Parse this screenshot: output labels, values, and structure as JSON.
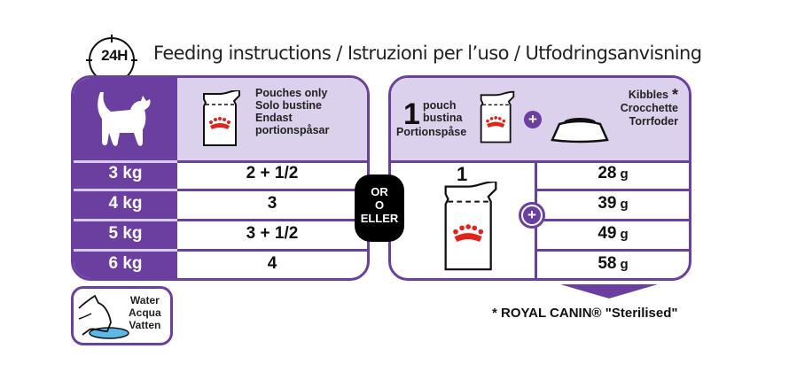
{
  "header": {
    "clock_label": "24H",
    "title": "Feeding instructions / Istruzioni per l’uso / Utfodringsanvisning"
  },
  "left_panel": {
    "header_icon": "cat-icon",
    "pouch_label_lines": [
      "Pouches only",
      "Solo bustine",
      "Endast",
      "portionspåsar"
    ],
    "rows": [
      {
        "weight": "3 kg",
        "pouches": "2 + 1/2"
      },
      {
        "weight": "4 kg",
        "pouches": "3"
      },
      {
        "weight": "5 kg",
        "pouches": "3 + 1/2"
      },
      {
        "weight": "6 kg",
        "pouches": "4"
      }
    ]
  },
  "or_badge": {
    "lines": [
      "OR",
      "O",
      "ELLER"
    ]
  },
  "right_panel": {
    "pouch_count": "1",
    "pouch_label_lines": [
      "pouch",
      "bustina",
      "Portionspåse"
    ],
    "plus_symbol": "+",
    "kibbles_label_lines": [
      "Kibbles",
      "Crocchette",
      "Torrfoder"
    ],
    "asterisk": "*",
    "pouch_amount": "1",
    "rows": [
      {
        "amount": "28",
        "unit": "g"
      },
      {
        "amount": "39",
        "unit": "g"
      },
      {
        "amount": "49",
        "unit": "g"
      },
      {
        "amount": "58",
        "unit": "g"
      }
    ]
  },
  "water": {
    "lines": [
      "Water",
      "Acqua",
      "Vatten"
    ]
  },
  "footnote": "* ROYAL CANIN® \"Sterilised\"",
  "colors": {
    "brand_purple": "#6b3fa0",
    "header_lilac": "#dcd1ec",
    "crown_red": "#e2231a",
    "water_blue": "#5cb8e6"
  }
}
